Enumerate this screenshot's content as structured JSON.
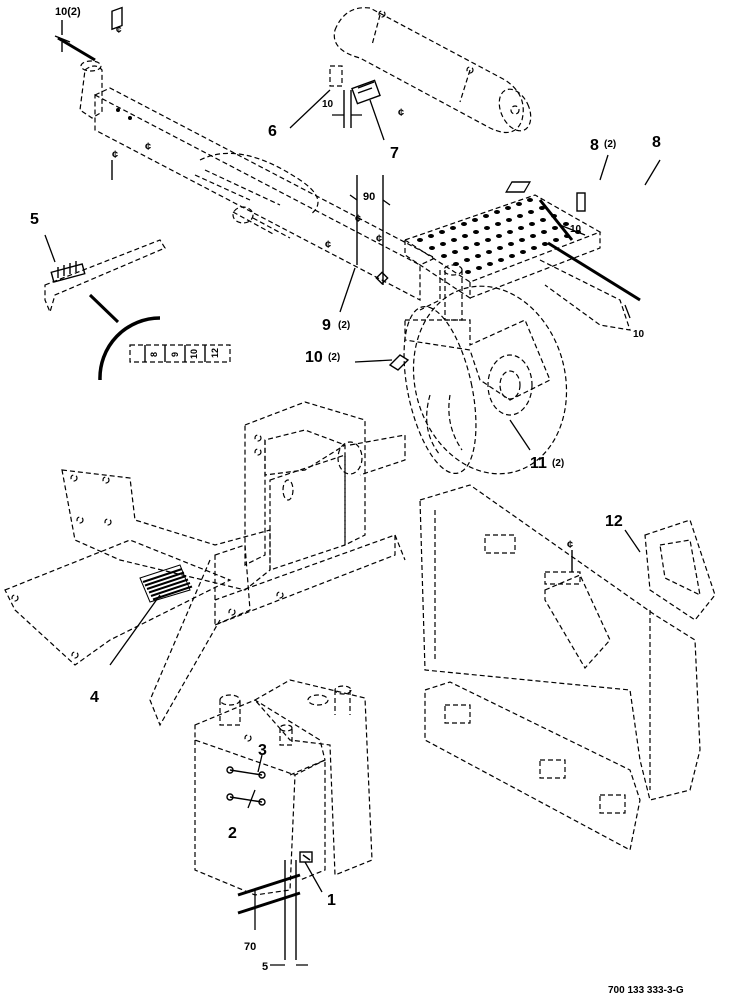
{
  "drawing_number": "700 133 333-3-G",
  "callouts": {
    "c1": "1",
    "c2": "2",
    "c3": "3",
    "c4": "4",
    "c5": "5",
    "c6": "6",
    "c7": "7",
    "c8a": "8",
    "c8a_qty": "(2)",
    "c8b": "8",
    "c9": "9",
    "c9_qty": "(2)",
    "c10": "10",
    "c10_qty": "(2)",
    "c11": "11",
    "c11_qty": "(2)",
    "c12": "12"
  },
  "dimensions": {
    "d_top": "10(2)",
    "d_decal": "10",
    "d_90": "90",
    "d_fender_upper": "10",
    "d_fender_lower": "10",
    "d_70": "70",
    "d_5": "5"
  },
  "centerline_symbol": "¢",
  "scale_digits": [
    "8",
    "9",
    "10",
    "12"
  ]
}
